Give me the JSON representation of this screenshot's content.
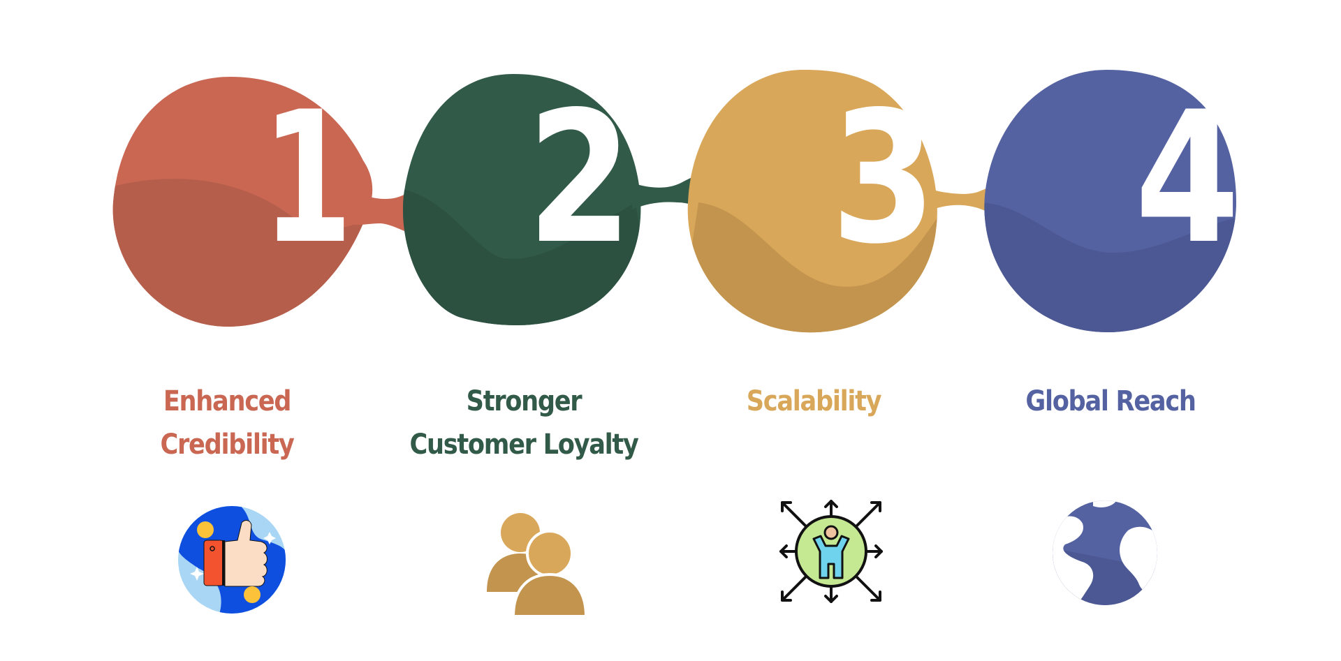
{
  "colors": {
    "step1": "#C96753",
    "step1_dark": "#B45E4B",
    "step2": "#325A48",
    "step2_dark": "#2D5141",
    "step3": "#D9A75A",
    "step3_dark": "#C3944E",
    "step4": "#5562A2",
    "step4_dark": "#4C5893",
    "number": "#FFFFFF",
    "background": "#FFFFFF"
  },
  "steps": [
    {
      "number": "1",
      "title_lines": [
        "Enhanced",
        "Credibility"
      ],
      "icon": "thumbs-up-icon",
      "color": "#C96753"
    },
    {
      "number": "2",
      "title_lines": [
        "Stronger",
        "Customer Loyalty"
      ],
      "icon": "users-icon",
      "color": "#325A48"
    },
    {
      "number": "3",
      "title_lines": [
        "Scalability"
      ],
      "icon": "scalability-person-arrows-icon",
      "color": "#D9A75A"
    },
    {
      "number": "4",
      "title_lines": [
        "Global Reach"
      ],
      "icon": "globe-icon",
      "color": "#5562A2"
    }
  ]
}
